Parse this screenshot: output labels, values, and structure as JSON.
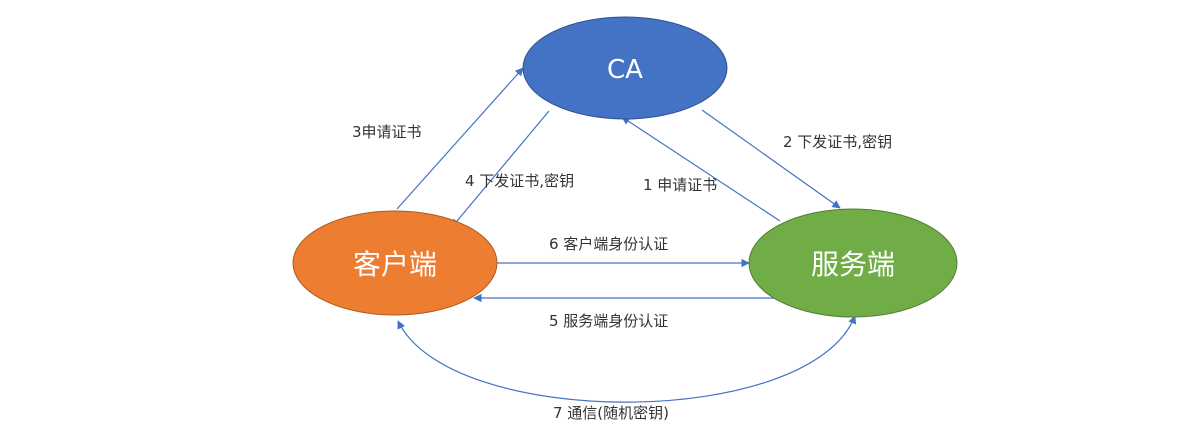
{
  "nodes": {
    "ca": {
      "label": "CA",
      "fill": "#4472c4",
      "stroke": "#2f528f"
    },
    "client": {
      "label": "客户端",
      "fill": "#ed7d31",
      "stroke": "#ae5a21"
    },
    "server": {
      "label": "服务端",
      "fill": "#70ad47",
      "stroke": "#507e32"
    }
  },
  "edges": {
    "server_to_ca": "1 申请证书",
    "ca_to_server": "2 下发证书,密钥",
    "client_to_ca": "3申请证书",
    "ca_to_client": "4 下发证书,密钥",
    "server_to_client": "5  服务端身份认证",
    "client_to_server": "6  客户端身份认证",
    "communication": "7  通信(随机密钥)"
  },
  "colors": {
    "arrow": "#4472c4",
    "text": "#333333"
  }
}
